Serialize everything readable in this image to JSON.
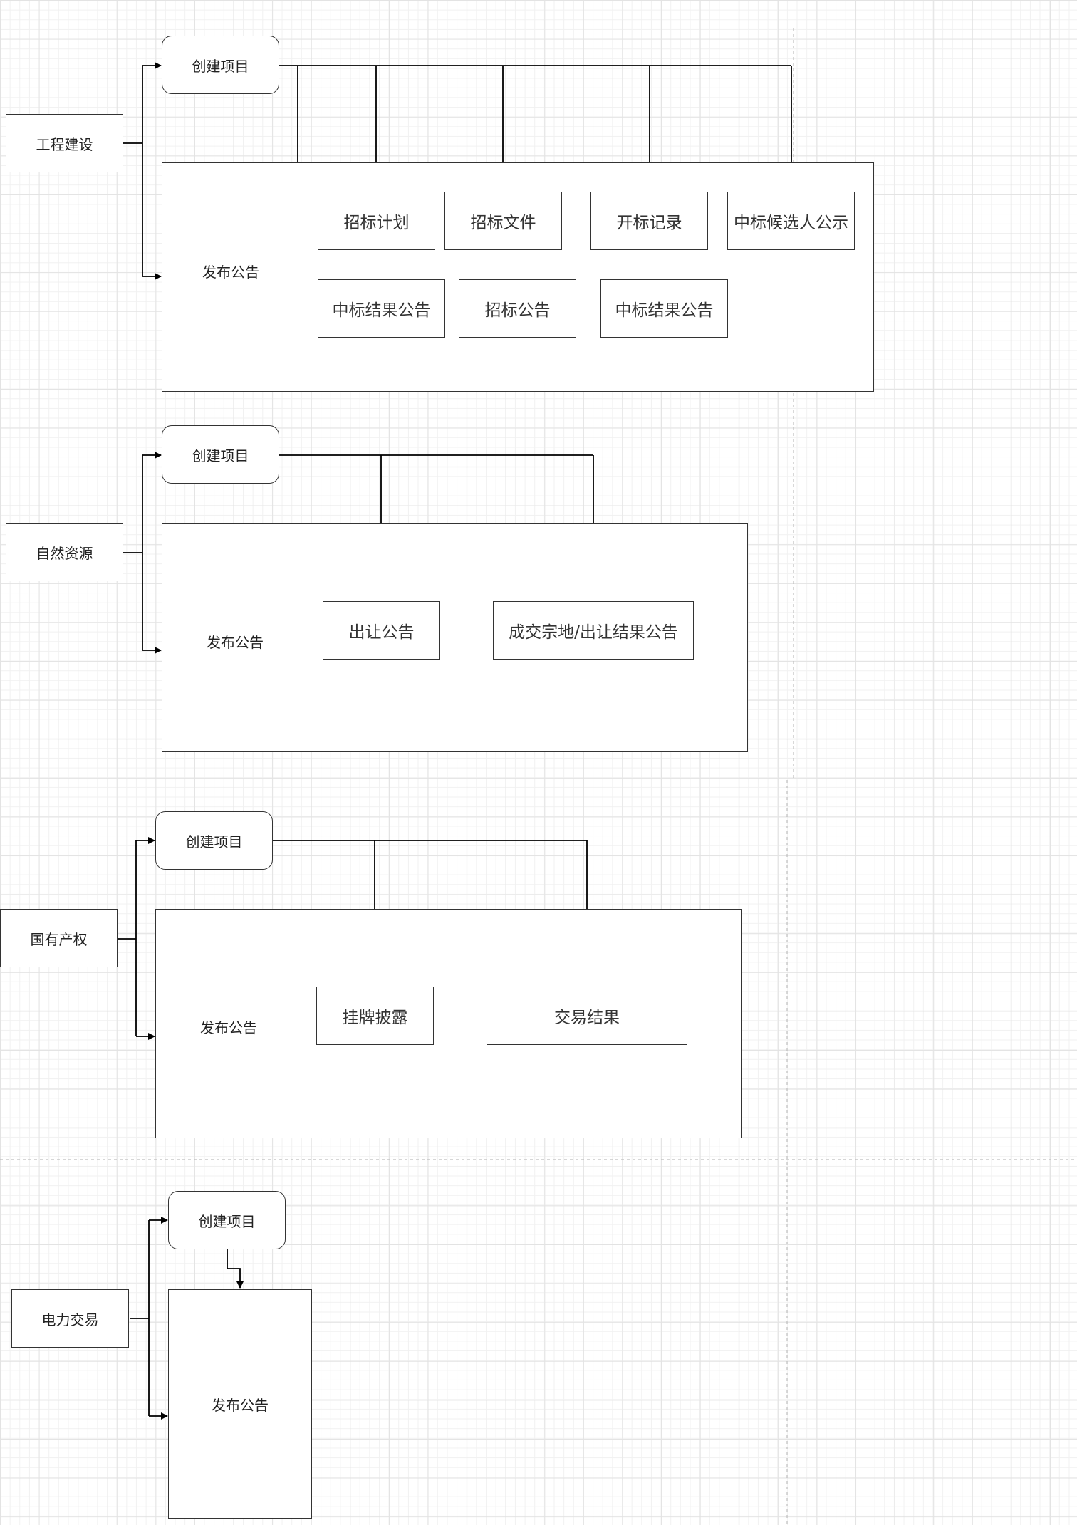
{
  "diagram": {
    "sections": [
      {
        "category": "工程建设",
        "create": "创建项目",
        "publish": "发布公告",
        "items": [
          "招标计划",
          "招标文件",
          "开标记录",
          "中标候选人公示",
          "中标结果公告",
          "招标公告",
          "中标结果公告"
        ]
      },
      {
        "category": "自然资源",
        "create": "创建项目",
        "publish": "发布公告",
        "items": [
          "出让公告",
          "成交宗地/出让结果公告"
        ]
      },
      {
        "category": "国有产权",
        "create": "创建项目",
        "publish": "发布公告",
        "items": [
          "挂牌披露",
          "交易结果"
        ]
      },
      {
        "category": "电力交易",
        "create": "创建项目",
        "publish": "发布公告",
        "items": []
      }
    ]
  }
}
